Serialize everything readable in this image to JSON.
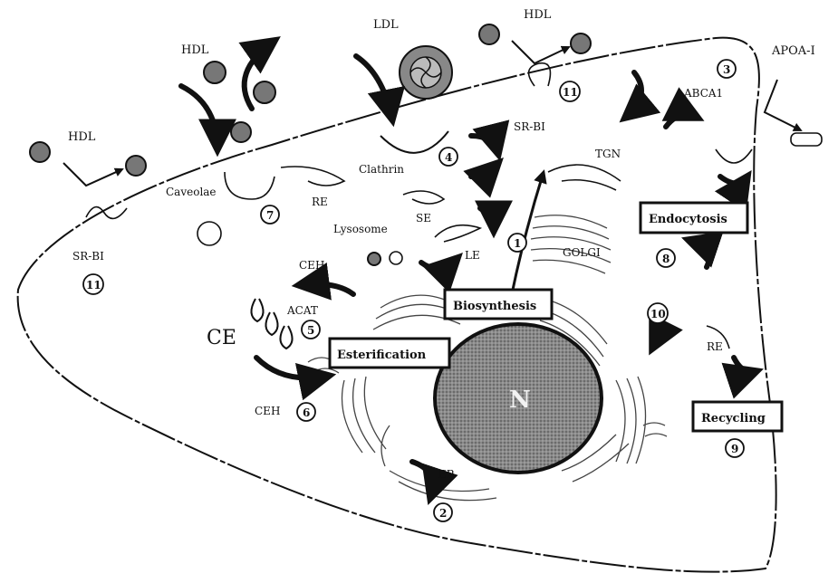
{
  "labels": {
    "hdl_left": "HDL",
    "hdl_top": "HDL",
    "hdl_right": "HDL",
    "ldl": "LDL",
    "apoa1": "APOA-I",
    "abca1": "ABCA1",
    "sr_bi_left": "SR-BI",
    "sr_bi_top": "SR-BI",
    "clathrin": "Clathrin",
    "caveolae": "Caveolae",
    "tgn": "TGN",
    "re_left": "RE",
    "re_right": "RE",
    "se": "SE",
    "le": "LE",
    "lysosome": "Lysosome",
    "golgi": "GOLGI",
    "ceh_top": "CEH",
    "ceh_bottom": "CEH",
    "acat": "ACAT",
    "ce": "CE",
    "er": "ER",
    "nucleus": "N"
  },
  "boxes": {
    "endocytosis": "Endocytosis",
    "biosynthesis": "Biosynthesis",
    "esterification": "Esterification",
    "recycling": "Recycling"
  },
  "numbers": {
    "n1": "1",
    "n2": "2",
    "n3": "3",
    "n4": "4",
    "n5": "5",
    "n6": "6",
    "n7": "7",
    "n8": "8",
    "n9": "9",
    "n10": "10",
    "n11_left": "11",
    "n11_top": "11"
  }
}
